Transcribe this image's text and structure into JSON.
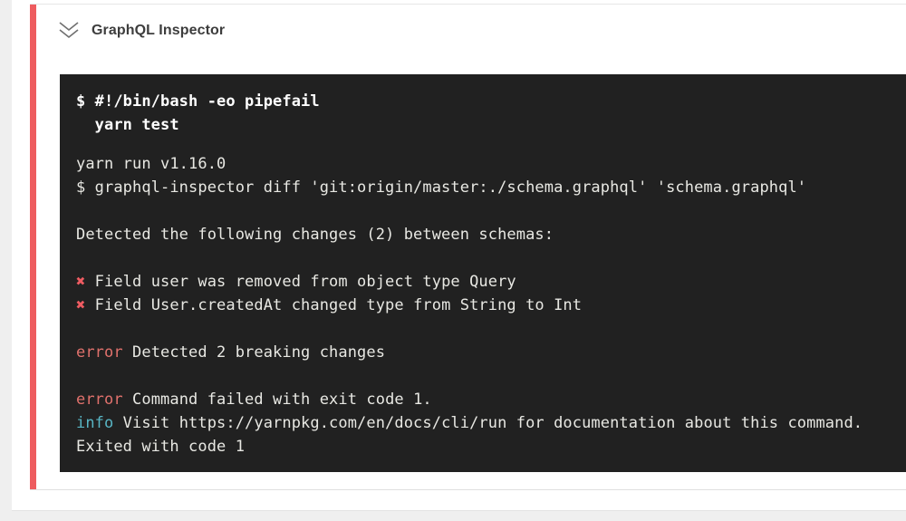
{
  "page": {
    "background_color": "#efefef",
    "panel_color": "#ffffff",
    "accent_color": "#ee5c5f"
  },
  "header": {
    "title": "GraphQL Inspector",
    "icon": "double-chevron-down-icon"
  },
  "terminal": {
    "colors": {
      "background": "#212121",
      "text": "#e8e8e3",
      "red": "#e0716c",
      "cross": "#ef5c62",
      "cyan": "#58b5c4"
    },
    "lines": [
      {
        "bold": true,
        "segments": [
          {
            "text": "$ #!/bin/bash -eo pipefail",
            "color": "default"
          }
        ]
      },
      {
        "bold": true,
        "segments": [
          {
            "text": "  yarn test",
            "color": "default"
          }
        ]
      },
      {
        "segments": [],
        "small_gap": true
      },
      {
        "segments": [
          {
            "text": "yarn run v1.16.0",
            "color": "default"
          }
        ]
      },
      {
        "segments": [
          {
            "text": "$ graphql-inspector diff 'git:origin/master:./schema.graphql' 'schema.graphql'",
            "color": "default"
          }
        ]
      },
      {
        "segments": []
      },
      {
        "segments": [
          {
            "text": "Detected the following changes (2) between schemas:",
            "color": "default"
          }
        ]
      },
      {
        "segments": []
      },
      {
        "segments": [
          {
            "text": "✖",
            "color": "cross"
          },
          {
            "text": " Field user was removed from object type Query",
            "color": "default"
          }
        ]
      },
      {
        "segments": [
          {
            "text": "✖",
            "color": "cross"
          },
          {
            "text": " Field User.createdAt changed type from String to Int",
            "color": "default"
          }
        ]
      },
      {
        "segments": []
      },
      {
        "segments": [
          {
            "text": "error",
            "color": "red"
          },
          {
            "text": " Detected 2 breaking changes",
            "color": "default"
          }
        ]
      },
      {
        "segments": []
      },
      {
        "segments": [
          {
            "text": "error",
            "color": "red"
          },
          {
            "text": " Command failed with exit code 1.",
            "color": "default"
          }
        ]
      },
      {
        "segments": [
          {
            "text": "info",
            "color": "cyan"
          },
          {
            "text": " Visit https://yarnpkg.com/en/docs/cli/run for documentation about this command.",
            "color": "default"
          }
        ]
      },
      {
        "segments": [
          {
            "text": "Exited with code 1",
            "color": "default"
          }
        ]
      }
    ]
  }
}
